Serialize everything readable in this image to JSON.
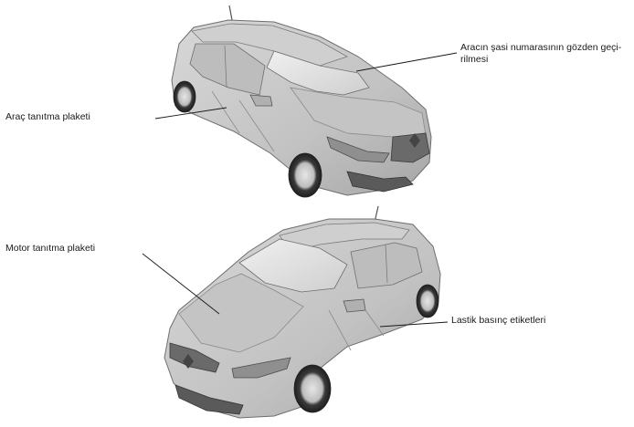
{
  "callouts": {
    "chassis_number_line1": "Aracın şasi numarasının gözden geçi-",
    "chassis_number_line2": "rilmesi",
    "vehicle_id_plate": "Araç tanıtma plaketi",
    "engine_id_plate": "Motor tanıtma plaketi",
    "tyre_pressure_labels": "Lastik basınç etiketleri"
  },
  "illustrations": {
    "top_car": "car-front-three-quarter-icon",
    "bottom_car": "car-front-three-quarter-icon"
  },
  "colors": {
    "car_body": "#c9c9c9",
    "car_shadow": "#9e9e9e",
    "glass": "#e4e4e4",
    "dark_trim": "#3a3a3a",
    "leader_line": "#1a1a1a"
  }
}
